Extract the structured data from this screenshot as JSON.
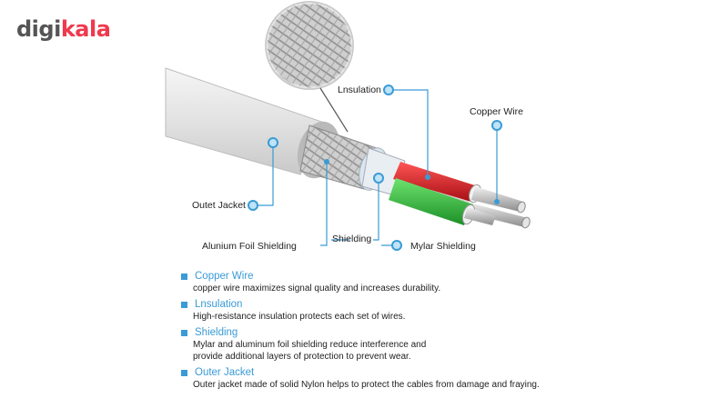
{
  "brand": {
    "part1": "digi",
    "part2": "kala"
  },
  "callouts": {
    "insulation": "Lnsulation",
    "copper_wire": "Copper Wire",
    "outer_jacket": "Outet Jacket",
    "shielding": "Shielding",
    "aluminum_foil": "Alunium Foil Shielding",
    "mylar": "Mylar Shielding"
  },
  "legend": [
    {
      "title": "Copper Wire",
      "desc": "copper wire maximizes signal quality and increases durability."
    },
    {
      "title": "Lnsulation",
      "desc": "High-resistance insulation protects each set of wires."
    },
    {
      "title": "Shielding",
      "desc": "Mylar and aluminum foil shielding reduce interference and provide additional layers of protection to prevent wear."
    },
    {
      "title": "Outer Jacket",
      "desc": "Outer jacket made of solid Nylon helps to protect the cables from damage and fraying."
    }
  ],
  "colors": {
    "accent": "#3a9bd6",
    "brand_red": "#ef394e",
    "wire_red": "#d61f26",
    "wire_green": "#2fbf3a"
  }
}
